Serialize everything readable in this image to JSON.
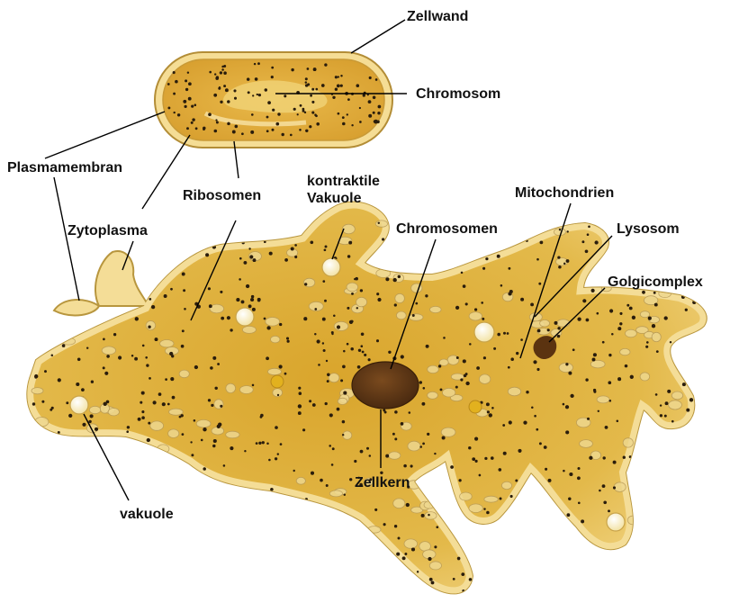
{
  "colors": {
    "cytoplasm": "#e0b33c",
    "cytoplasm_dark": "#c9961f",
    "membrane": "#f3dc93",
    "membrane_edge": "#bf9b42",
    "nucleus": "#5e3515",
    "vacuole": "#fff8de",
    "granule": "#2a1d0c",
    "leader": "#000000"
  },
  "labels": {
    "zellwand": "Zellwand",
    "chromosom": "Chromosom",
    "plasmamembran": "Plasmamembran",
    "ribosomen": "Ribosomen",
    "kontraktile_1": "kontraktile",
    "kontraktile_2": "Vakuole",
    "mitochondrien": "Mitochondrien",
    "zytoplasma": "Zytoplasma",
    "chromosomen": "Chromosomen",
    "lysosom": "Lysosom",
    "golgicomplex": "Golgicomplex",
    "zellkern": "Zellkern",
    "vakuole": "vakuole"
  }
}
